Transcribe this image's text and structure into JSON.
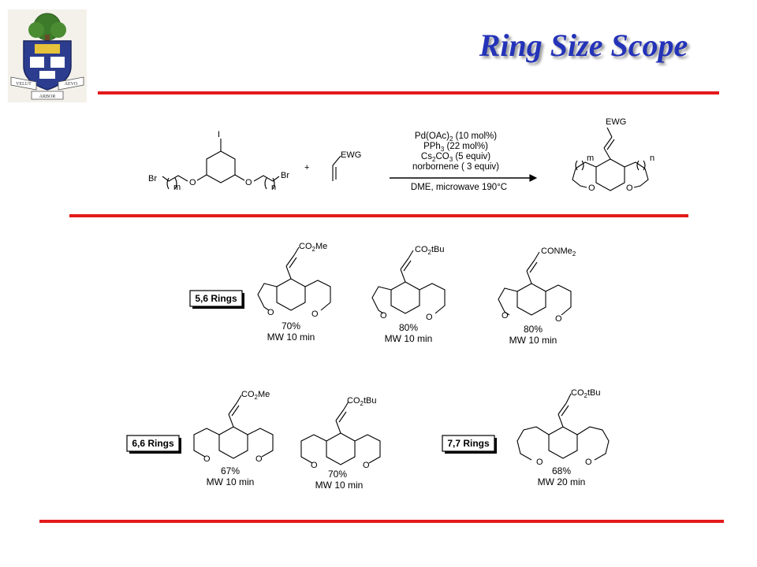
{
  "title": "Ring Size Scope",
  "logo": {
    "banner_left": "VELUT",
    "banner_right": "AEVO",
    "banner_bottom": "ARBOR"
  },
  "reaction": {
    "sm_left_group": "Br",
    "sm_right_group": "Br",
    "sm_iodo": "I",
    "sm_m": "m",
    "sm_n": "n",
    "plus": "+",
    "alkene_group": "EWG",
    "cond_line1": "Pd(OAc)",
    "cond_line1_sub": "2",
    "cond_line1_tail": " (10 mol%)",
    "cond_line2": "PPh",
    "cond_line2_sub": "3",
    "cond_line2_tail": " (22 mol%)",
    "cond_line3": "Cs",
    "cond_line3_sub1": "2",
    "cond_line3_mid": "CO",
    "cond_line3_sub2": "3",
    "cond_line3_tail": " (5 equiv)",
    "cond_line4": "norbornene ( 3 equiv)",
    "cond_below": "DME, microwave 190°C",
    "product_group": "EWG",
    "product_m": "m",
    "product_n": "n"
  },
  "rows": [
    {
      "label": "5,6 Rings"
    },
    {
      "label": "6,6 Rings"
    },
    {
      "label": "7,7 Rings"
    }
  ],
  "products": [
    {
      "group_main": "CO",
      "group_sub": "2",
      "group_tail": "Me",
      "yield": "70%",
      "time": "MW 10 min"
    },
    {
      "group_main": "CO",
      "group_sub": "2",
      "group_tail": "tBu",
      "yield": "80%",
      "time": "MW 10 min"
    },
    {
      "group_main": "CONMe",
      "group_sub": "2",
      "group_tail": "",
      "yield": "80%",
      "time": "MW 10 min"
    },
    {
      "group_main": "CO",
      "group_sub": "2",
      "group_tail": "Me",
      "yield": "67%",
      "time": "MW 10 min"
    },
    {
      "group_main": "CO",
      "group_sub": "2",
      "group_tail": "tBu",
      "yield": "70%",
      "time": "MW 10 min"
    },
    {
      "group_main": "CO",
      "group_sub": "2",
      "group_tail": "tBu",
      "yield": "68%",
      "time": "MW 20 min"
    }
  ],
  "atom_O": "O",
  "colors": {
    "title": "#2433b8",
    "rule": "#e31a1a",
    "logo_blue": "#2c3d8f",
    "logo_green": "#3d7a2a"
  }
}
